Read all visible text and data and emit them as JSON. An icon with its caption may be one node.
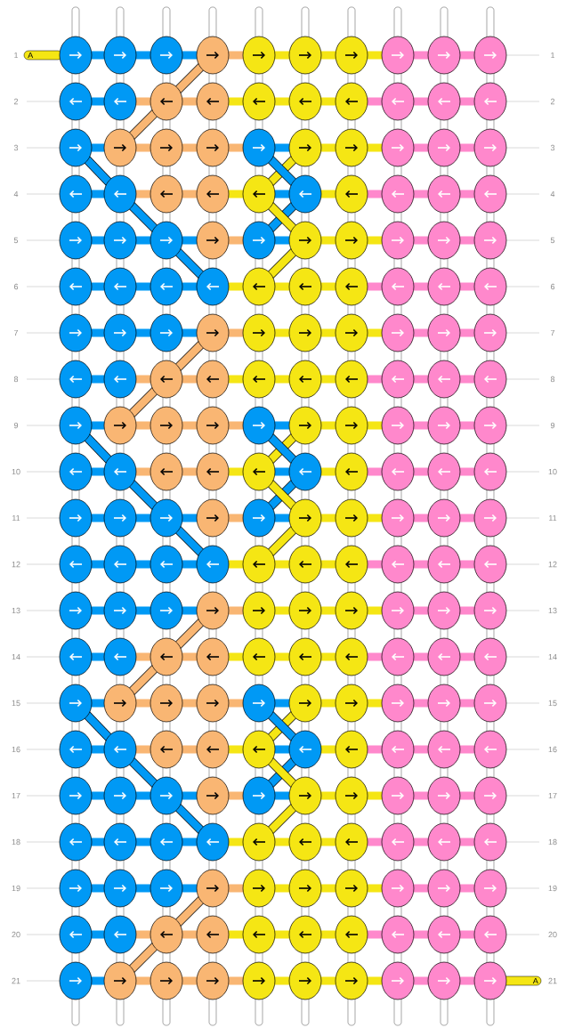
{
  "diagram": {
    "labels": [
      "1",
      "A",
      "1",
      "2",
      "2",
      "3",
      "3",
      "4",
      "4",
      "5",
      "5",
      "6",
      "6",
      "7",
      "7",
      "8",
      "8",
      "9",
      "9",
      "10",
      "10",
      "11",
      "11",
      "12",
      "12",
      "13",
      "13",
      "14",
      "14",
      "15",
      "15",
      "16",
      "16",
      "17",
      "17",
      "18",
      "18",
      "19",
      "19",
      "20",
      "20",
      "21",
      "A",
      "21"
    ]
  }
}
